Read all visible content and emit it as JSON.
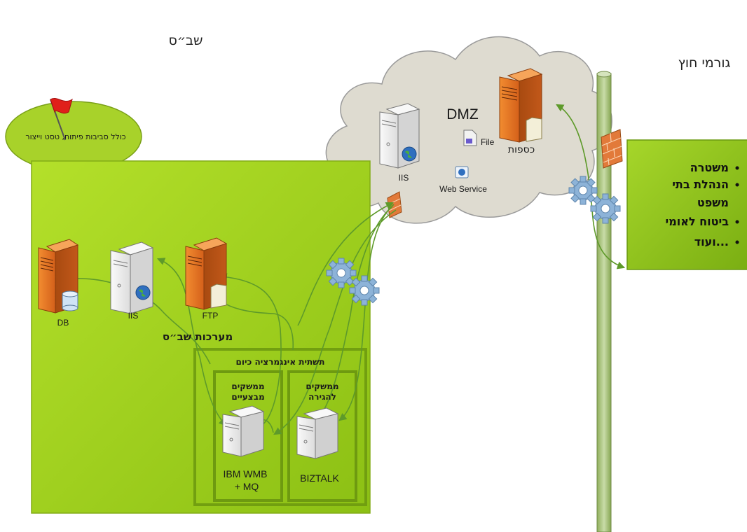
{
  "regions": {
    "internal_title": "שב״ס",
    "external_title": "גורמי חוץ",
    "dmz_title": "DMZ"
  },
  "environments_note": "כולל סביבות פיתוח, טסט וייצור",
  "internal_systems": {
    "title": "מערכות שב״ס",
    "servers": {
      "db": "DB",
      "iis": "IIS",
      "ftp": "FTP"
    }
  },
  "integration": {
    "title": "תשתית אינגמרציה כיום",
    "operational": {
      "title_line1": "ממשקים",
      "title_line2": "מבצעיים",
      "server_line1": "IBM WMB",
      "server_line2": "+ MQ"
    },
    "migration": {
      "title_line1": "ממשקים",
      "title_line2": "להגירה",
      "server": "BIZTALK"
    }
  },
  "dmz": {
    "iis": "IIS",
    "file": "File",
    "web_service": "Web Service",
    "kesafot": "כספות"
  },
  "external_parties": {
    "items": [
      "משטרה",
      "הנהלת בתי",
      "משפט",
      "ביטוח לאומי",
      "ועוד..."
    ],
    "bullets": [
      true,
      true,
      false,
      true,
      true
    ]
  },
  "colors": {
    "green_main": "#9ccc1c",
    "green_dark": "#6e9a10",
    "cloud": "#dedbd0",
    "server_orange": "#e8731a",
    "server_white": "#e8e8e8",
    "arrow": "#5e9a2a",
    "gear": "#7fa7d0",
    "firewall": "#e27a3a"
  }
}
